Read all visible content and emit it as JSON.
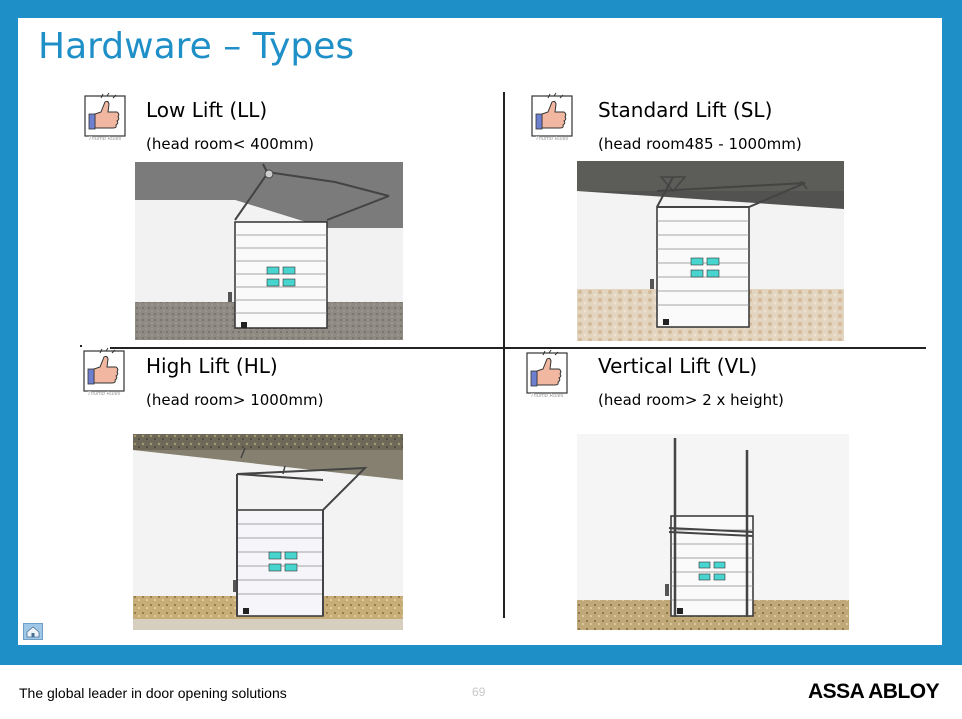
{
  "title": "Hardware – Types",
  "quadrants": [
    {
      "id": "ll",
      "name": "Low Lift (LL)",
      "headroom": "(head room< 400mm)",
      "icon": "thumb-up-icon"
    },
    {
      "id": "sl",
      "name": "Standard Lift (SL)",
      "headroom": "(head room485 - 1000mm)",
      "icon": "thumb-up-icon"
    },
    {
      "id": "hl",
      "name": "High Lift (HL)",
      "headroom": "(head room> 1000mm)",
      "icon": "thumb-up-icon"
    },
    {
      "id": "vl",
      "name": "Vertical Lift (VL)",
      "headroom": "(head room> 2 x height)",
      "icon": "thumb-up-icon"
    }
  ],
  "thumb_caption": "Thumb Rules",
  "footer": {
    "tagline": "The global leader in door opening solutions",
    "page_number": "69",
    "brand": "ASSA ABLOY"
  },
  "colors": {
    "frame": "#1f8fc8",
    "title": "#1f8fc8",
    "window": "#48d4cf"
  }
}
